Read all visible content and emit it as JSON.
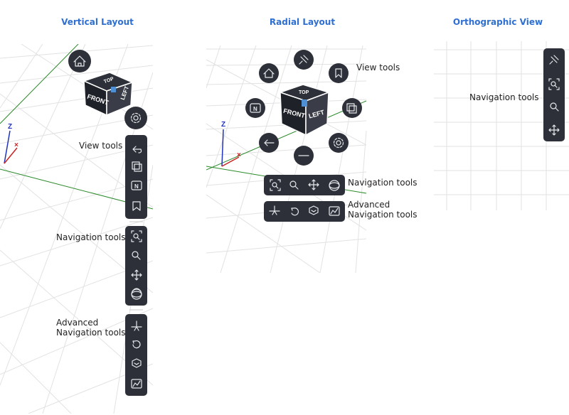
{
  "panels": {
    "vertical": {
      "title": "Vertical Layout",
      "label_view": "View tools",
      "label_nav": "Navigation tools",
      "label_adv_1": "Advanced",
      "label_adv_2": "Navigation tools"
    },
    "radial": {
      "title": "Radial Layout",
      "label_view": "View tools",
      "label_nav": "Navigation tools",
      "label_adv_1": "Advanced",
      "label_adv_2": "Navigation tools"
    },
    "ortho": {
      "title": "Orthographic View",
      "label_nav": "Navigation tools"
    }
  },
  "viewcube": {
    "front": "FRONT",
    "left": "LEFT",
    "top": "TOP"
  },
  "axes": {
    "z": "Z"
  },
  "colors": {
    "title": "#2f6fd1",
    "toolbar": "#2d3039",
    "icon": "#e6e8ec",
    "axis_x": "#cc2222",
    "axis_y": "#2a8a2a",
    "axis_z": "#2233bb",
    "grid": "#e2e2e2"
  }
}
